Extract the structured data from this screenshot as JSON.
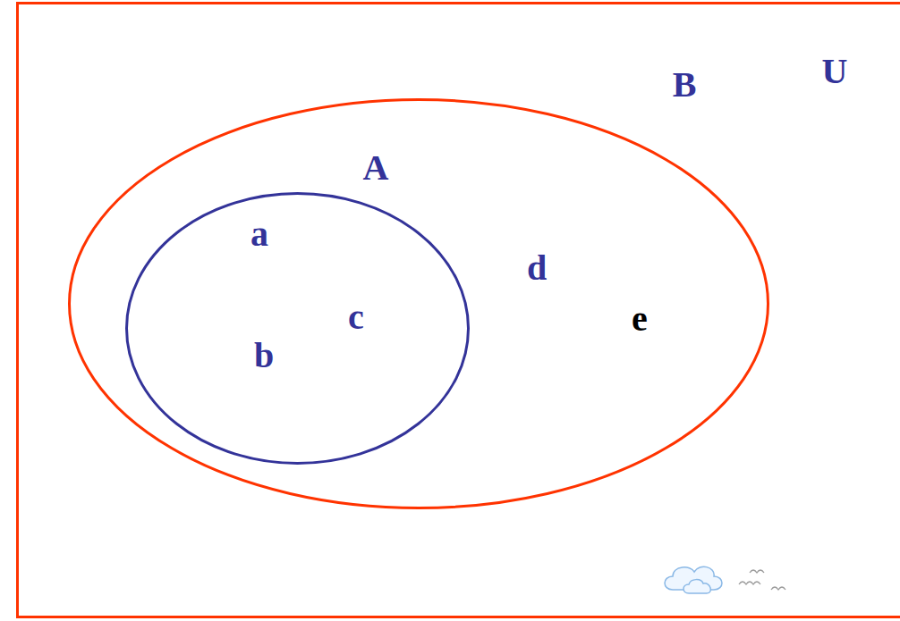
{
  "diagram": {
    "nodes": [
      {
        "text": [
          "U"
        ]
      },
      {
        "text": [
          "B",
          "d",
          "e"
        ],
        "in": 0
      },
      {
        "text": [
          "A",
          "a",
          "b",
          "c"
        ],
        "in": 1
      }
    ]
  }
}
